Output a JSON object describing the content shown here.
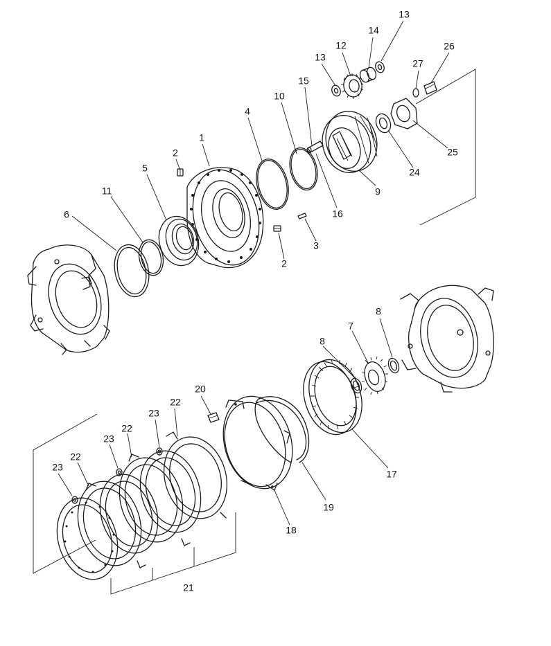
{
  "diagram": {
    "colors": {
      "line": "#1a1a1a",
      "text": "#111111",
      "background": "#ffffff"
    },
    "callouts": [
      {
        "id": "c13a",
        "label": "13"
      },
      {
        "id": "c14",
        "label": "14"
      },
      {
        "id": "c12",
        "label": "12"
      },
      {
        "id": "c13b",
        "label": "13"
      },
      {
        "id": "c26",
        "label": "26"
      },
      {
        "id": "c27",
        "label": "27"
      },
      {
        "id": "c15",
        "label": "15"
      },
      {
        "id": "c10",
        "label": "10"
      },
      {
        "id": "c4",
        "label": "4"
      },
      {
        "id": "c1",
        "label": "1"
      },
      {
        "id": "c2a",
        "label": "2"
      },
      {
        "id": "c5",
        "label": "5"
      },
      {
        "id": "c11",
        "label": "11"
      },
      {
        "id": "c6",
        "label": "6"
      },
      {
        "id": "c25",
        "label": "25"
      },
      {
        "id": "c24",
        "label": "24"
      },
      {
        "id": "c9",
        "label": "9"
      },
      {
        "id": "c16",
        "label": "16"
      },
      {
        "id": "c3",
        "label": "3"
      },
      {
        "id": "c2b",
        "label": "2"
      },
      {
        "id": "c8a",
        "label": "8"
      },
      {
        "id": "c7",
        "label": "7"
      },
      {
        "id": "c8b",
        "label": "8"
      },
      {
        "id": "c20",
        "label": "20"
      },
      {
        "id": "c22a",
        "label": "22"
      },
      {
        "id": "c23a",
        "label": "23"
      },
      {
        "id": "c22b",
        "label": "22"
      },
      {
        "id": "c23b",
        "label": "23"
      },
      {
        "id": "c22c",
        "label": "22"
      },
      {
        "id": "c23c",
        "label": "23"
      },
      {
        "id": "c17",
        "label": "17"
      },
      {
        "id": "c19",
        "label": "19"
      },
      {
        "id": "c18",
        "label": "18"
      },
      {
        "id": "c21",
        "label": "21"
      }
    ]
  }
}
